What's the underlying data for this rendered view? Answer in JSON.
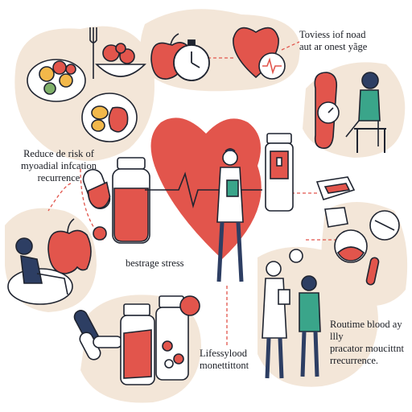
{
  "labels": {
    "top_right": "Toviess iof noad\naut ar onest yãge",
    "left": "Reduce de risk of\nmyoadial infcation\nrecurrence",
    "center_left": "bestrage stress",
    "bottom_right": "Routime blood ay llly\npracator moucittnt\nrrecurrence.",
    "bottom_center": "Lifessylood\nmonettittont"
  },
  "colors": {
    "heart_red": "#e2554c",
    "blob_beige": "#f3e6d8",
    "teal": "#3aa58a",
    "navy": "#2d3e63",
    "dashed_line": "#e2554c"
  },
  "icons": [
    "heart-ecg",
    "food-bowl",
    "fork",
    "apple",
    "clock",
    "pill-capsule",
    "blood-jar",
    "pill-bottle",
    "blood-pressure-cuff",
    "doctor",
    "resting-person",
    "syringe",
    "medicine-jars"
  ]
}
